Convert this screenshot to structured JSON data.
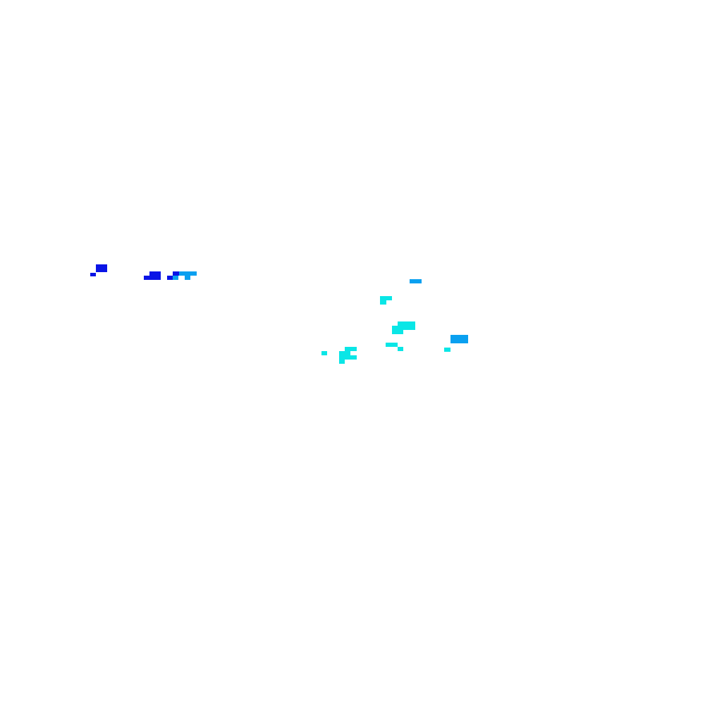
{
  "palette": {
    "background": "#ffffff",
    "blue": "#0a14e6",
    "sky": "#0aa0f0",
    "cyan": "#0ae6e6"
  },
  "groups": [
    {
      "id": "cluster-west",
      "colors": [
        "blue",
        "sky"
      ]
    },
    {
      "id": "cluster-east",
      "colors": [
        "cyan",
        "sky"
      ]
    }
  ]
}
